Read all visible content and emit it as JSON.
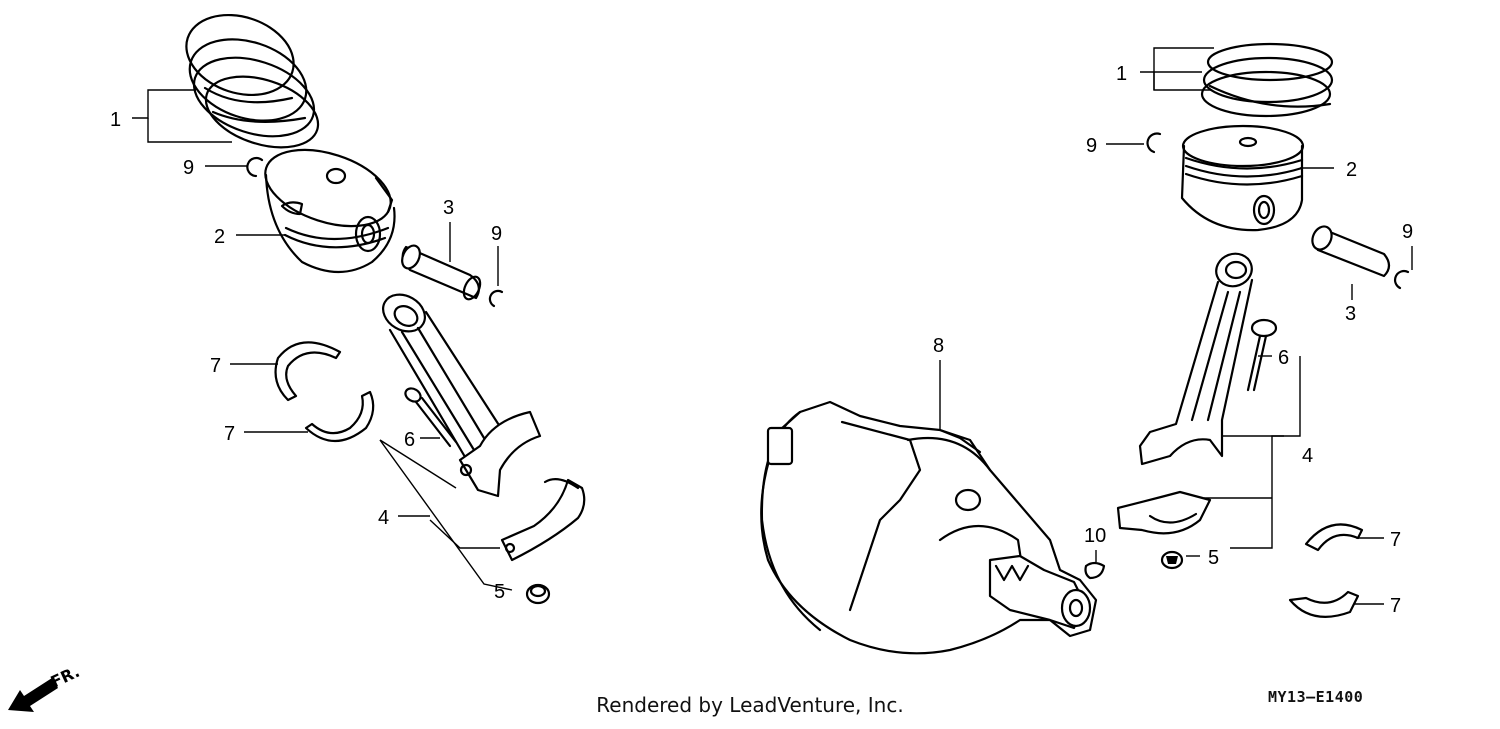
{
  "callouts": {
    "l_1": "1",
    "l_9a": "9",
    "l_2": "2",
    "l_3": "3",
    "l_9b": "9",
    "l_7a": "7",
    "l_7b": "7",
    "l_6": "6",
    "l_4": "4",
    "l_5": "5",
    "r_1": "1",
    "r_9a": "9",
    "r_2": "2",
    "r_9b": "9",
    "r_3": "3",
    "r_8": "8",
    "r_6": "6",
    "r_4": "4",
    "r_10": "10",
    "r_5": "5",
    "r_7a": "7",
    "r_7b": "7"
  },
  "direction_label": "FR.",
  "footer": {
    "credit": "Rendered by LeadVenture, Inc.",
    "diagram_code": "MY13–E1400"
  },
  "colors": {
    "line": "#000000",
    "background": "#ffffff"
  },
  "icons": {
    "direction": "front-direction-arrow-icon"
  }
}
